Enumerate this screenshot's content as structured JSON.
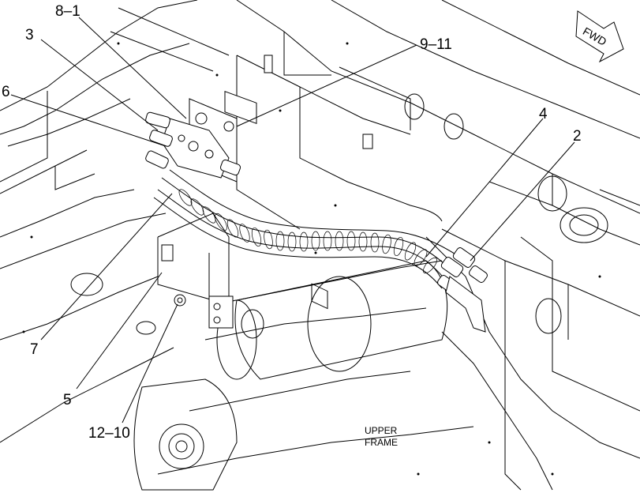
{
  "callouts": {
    "c8_1": "8–1",
    "c3": "3",
    "c6": "6",
    "c9_11": "9–11",
    "c4": "4",
    "c2": "2",
    "c7": "7",
    "c5": "5",
    "c12_10": "12–10"
  },
  "labels": {
    "upper": "UPPER",
    "frame": "FRAME",
    "fwd": "FWD"
  }
}
